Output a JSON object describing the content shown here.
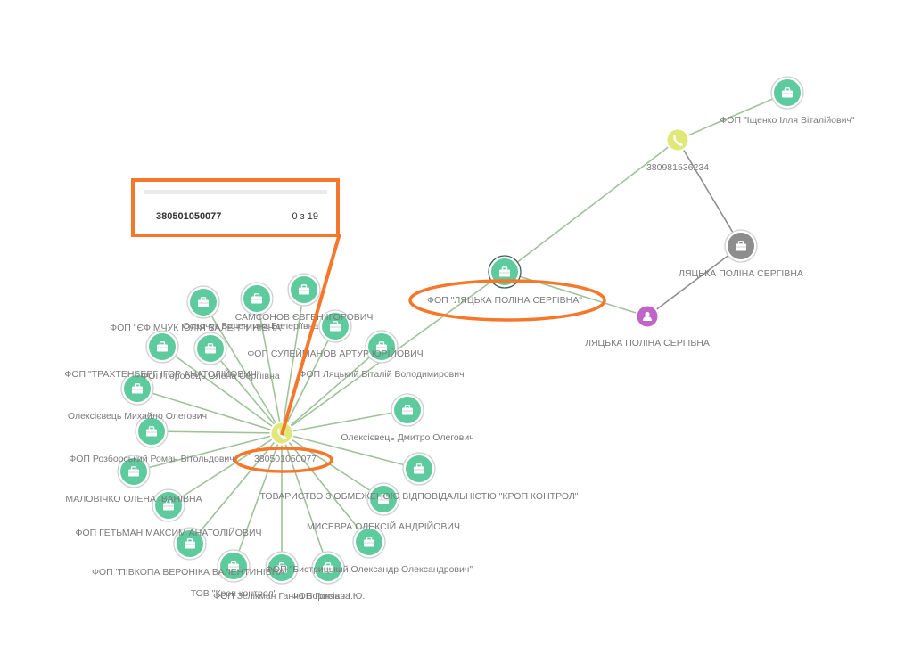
{
  "tooltip": {
    "number": "380501050077",
    "count": "0 з 19"
  },
  "colors": {
    "company": "#5ecb9e",
    "phone": "#dfe879",
    "person": "#c064c8",
    "grey_node": "#8d8d8d",
    "edge": "#9fc29a",
    "edge_dark": "#8f8f8f",
    "highlight": "#f4772a"
  },
  "nodes": [
    {
      "id": "hub",
      "type": "phone",
      "label": "380501050077"
    },
    {
      "id": "n1",
      "type": "company",
      "label": "ФОП \"ЄФІМЧУК ЮЛІЯ ВАЛЕНТИНІВНА\""
    },
    {
      "id": "n2",
      "type": "company",
      "label": "Осадчук Валентина Валеріївна"
    },
    {
      "id": "n3",
      "type": "company",
      "label": "САМСОНОВ ЄВГЕН ІГОРОВИЧ"
    },
    {
      "id": "n4",
      "type": "company",
      "label": "ФОП \"ТРАХТЕНБЕРГ ІГОР АНАТОЛІЙОВИЧ\""
    },
    {
      "id": "n5",
      "type": "company",
      "label": "ФОП Горобець Олена Сергіївна"
    },
    {
      "id": "n6",
      "type": "company",
      "label": "ФОП СУЛЕЙМАНОВ АРТУР ЮРІЙОВИЧ"
    },
    {
      "id": "n7",
      "type": "company",
      "label": "ФОП Ляцький Віталій Володимирович"
    },
    {
      "id": "n8",
      "type": "company",
      "label": "Олексієвець Михайло Олегович"
    },
    {
      "id": "n9",
      "type": "company",
      "label": "Олексієвець Дмитро Олегович"
    },
    {
      "id": "n10",
      "type": "company",
      "label": "ФОП Розборський Роман Вітольдович"
    },
    {
      "id": "n11",
      "type": "company",
      "label": "ТОВАРИСТВО З ОБМЕЖЕНОЮ ВІДПОВІДАЛЬНІСТЮ \"КРОП КОНТРОЛ\""
    },
    {
      "id": "n12",
      "type": "company",
      "label": "МАЛОВІЧКО ОЛЕНА ІВАНІВНА"
    },
    {
      "id": "n13",
      "type": "company",
      "label": "МИСЕВРА ОЛЕКСІЙ АНДРІЙОВИЧ"
    },
    {
      "id": "n14",
      "type": "company",
      "label": "ФОП ГЕТЬМАН МАКСИМ АНАТОЛІЙОВИЧ"
    },
    {
      "id": "n15",
      "type": "company",
      "label": "ФОП \"Бистрицький Олександр Олександрович\""
    },
    {
      "id": "n16",
      "type": "company",
      "label": "ФОП \"ПІВКОПА ВЕРОНІКА ВАЛЕНТИНІВНА\""
    },
    {
      "id": "n17",
      "type": "company",
      "label": "ТОВ \"Кроп контрол\""
    },
    {
      "id": "n18",
      "type": "company",
      "label": "ФОП Зелікман Ганна Борисівна"
    },
    {
      "id": "n19",
      "type": "company",
      "label": "ФОП Гончар І.Ю."
    },
    {
      "id": "fop_l",
      "type": "company_dark",
      "label": "ФОП \"ЛЯЦЬКА ПОЛІНА СЕРГІВНА\""
    },
    {
      "id": "ph2",
      "type": "phone",
      "label": "380981536234"
    },
    {
      "id": "ishch",
      "type": "company",
      "label": "ФОП \"Іщенко Ілля Віталійович\""
    },
    {
      "id": "grey",
      "type": "grey",
      "label": "ЛЯЦЬКА ПОЛІНА СЕРГІВНА"
    },
    {
      "id": "person",
      "type": "person",
      "label": "ЛЯЦЬКА ПОЛІНА СЕРГІВНА"
    }
  ],
  "edges": [
    [
      "hub",
      "n1"
    ],
    [
      "hub",
      "n2"
    ],
    [
      "hub",
      "n3"
    ],
    [
      "hub",
      "n4"
    ],
    [
      "hub",
      "n5"
    ],
    [
      "hub",
      "n6"
    ],
    [
      "hub",
      "n7"
    ],
    [
      "hub",
      "n8"
    ],
    [
      "hub",
      "n9"
    ],
    [
      "hub",
      "n10"
    ],
    [
      "hub",
      "n11"
    ],
    [
      "hub",
      "n12"
    ],
    [
      "hub",
      "n13"
    ],
    [
      "hub",
      "n14"
    ],
    [
      "hub",
      "n15"
    ],
    [
      "hub",
      "n16"
    ],
    [
      "hub",
      "n17"
    ],
    [
      "hub",
      "n18"
    ],
    [
      "hub",
      "n19"
    ],
    [
      "hub",
      "fop_l"
    ],
    [
      "fop_l",
      "ph2"
    ],
    [
      "fop_l",
      "person"
    ],
    [
      "ph2",
      "ishch"
    ],
    [
      "ph2",
      "grey"
    ],
    [
      "grey",
      "person"
    ]
  ]
}
